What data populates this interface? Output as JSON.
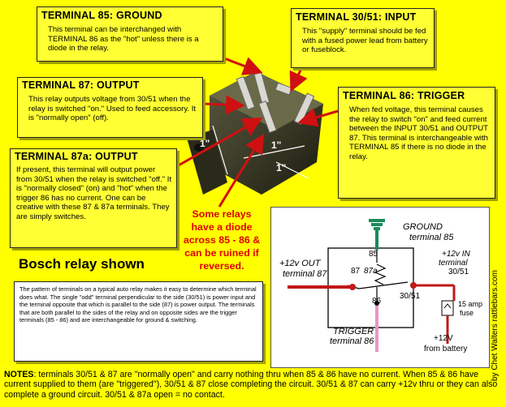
{
  "terminal85": {
    "title": "TERMINAL 85: GROUND",
    "body": "This terminal can be interchanged with TERMINAL 86 as the \"hot\" unless there is a diode in the relay."
  },
  "terminal3051": {
    "title": "TERMINAL 30/51: INPUT",
    "body": "This \"supply\" terminal should be fed with a fused power lead from battery or fuseblock."
  },
  "terminal87": {
    "title": "TERMINAL 87: OUTPUT",
    "body": "This relay outputs voltage from 30/51 when the relay is switched \"on.\" Used to feed accessory. It is \"normally open\" (off)."
  },
  "terminal86": {
    "title": "TERMINAL 86: TRIGGER",
    "body": "When fed voltage, this terminal causes the relay to switch \"on\" and feed current between the INPUT 30/51 and OUTPUT 87. This terminal is interchangeable with TERMINAL 85 if there is no diode in the relay."
  },
  "terminal87a": {
    "title": "TERMINAL 87a: OUTPUT",
    "body": "If present, this terminal will output power from 30/51 when the relay is switched \"off.\" It is \"normally closed\" (on) and \"hot\" when the trigger 86 has no current. One can be creative with these 87 & 87a terminals. They are simply switches."
  },
  "dimensions": {
    "d1": "1\"",
    "d2": "1\"",
    "d3": "1\""
  },
  "warning": "Some relays have a diode across 85 - 86 & can be ruined if reversed.",
  "caption": "Bosch relay shown",
  "pattern_text": "The pattern of terminals on a typical auto relay makes it easy to determine which terminal does what. The single \"odd\" terminal perpendicular to the side (30/51) is power input and the terminal opposite that which is parallel to the side (87) is power output. The terminals that are both parallel to the sides of the relay and on opposite sides are the trigger terminals (85 - 86) and are interchangeable for ground & switching.",
  "schematic": {
    "ground_label": "GROUND",
    "ground_terminal": "terminal 85",
    "t85": "85",
    "in_label": "+12v IN",
    "in_terminal": "terminal",
    "in_num": "30/51",
    "out_label": "+12v OUT",
    "out_terminal": "terminal 87",
    "t87": "87",
    "t87a": "87a",
    "t86": "86",
    "t3051": "30/51",
    "fuse_amp": "15 amp",
    "fuse_label": "fuse",
    "trigger_label": "TRIGGER",
    "trigger_terminal": "terminal 86",
    "battery_plus": "+12V",
    "battery_label": "from battery"
  },
  "credit": "by Chet Walters  rattlebars.com",
  "notes": {
    "label": "NOTES",
    "text": ": terminals 30/51 & 87 are \"normally open\" and carry nothing thru when 85 & 86 have no current. When 85 & 86 have current supplied to them (are \"triggered\"), 30/51 & 87 close completing the circuit. 30/51 & 87 can carry +12v thru or they can also complete a ground circuit. 30/51 & 87a open = no contact."
  },
  "colors": {
    "background": "#ffff00",
    "box": "#ffff33",
    "arrow": "#d01010",
    "ground_wire": "#1a8a5a",
    "trigger_wire": "#e896c8",
    "power_wire": "#c01818"
  }
}
